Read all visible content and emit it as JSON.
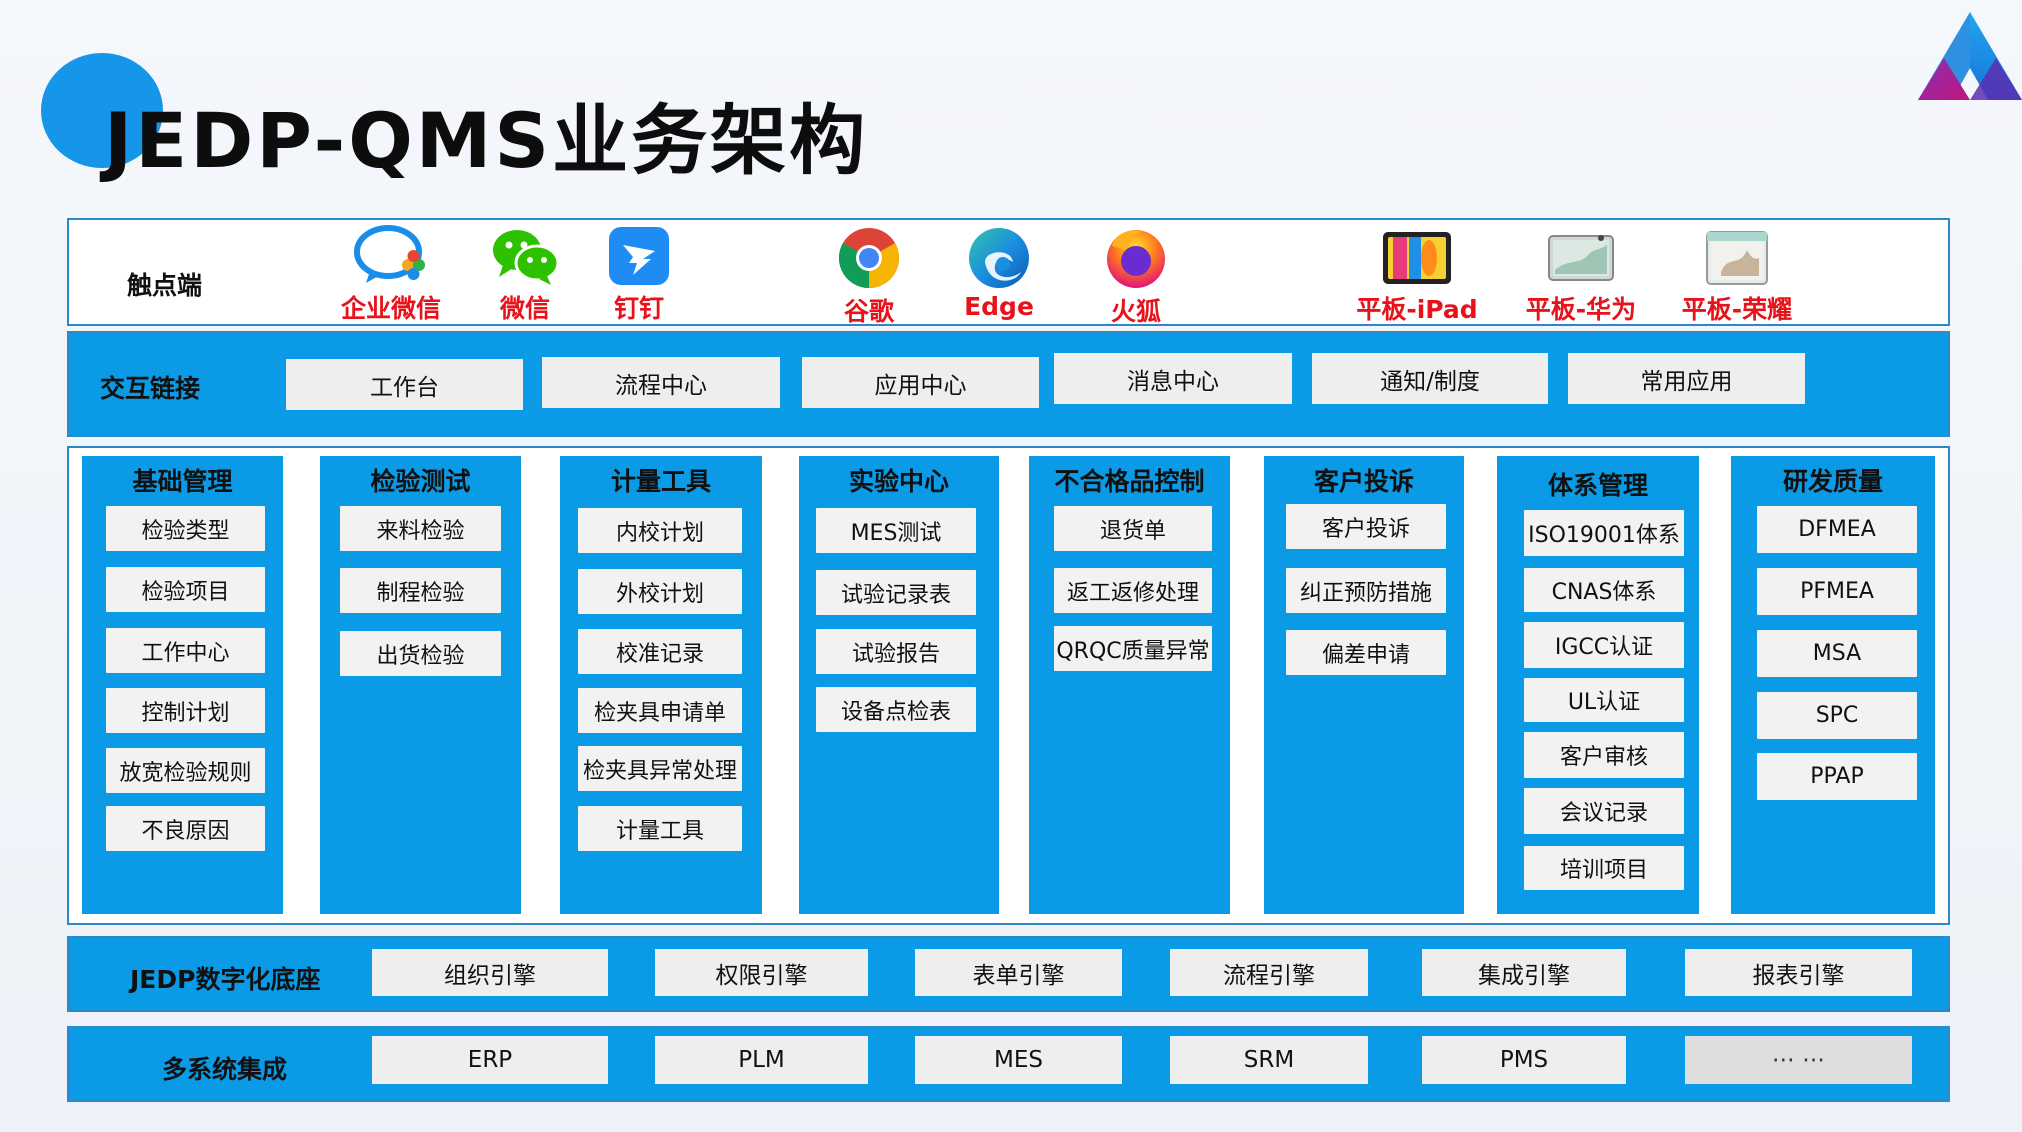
{
  "title": "JEDP-QMS业务架构",
  "touch": {
    "label": "触点端",
    "items": [
      {
        "label": "企业微信",
        "icon": "wecom-icon"
      },
      {
        "label": "微信",
        "icon": "wechat-icon"
      },
      {
        "label": "钉钉",
        "icon": "dingtalk-icon"
      },
      {
        "label": "谷歌",
        "icon": "chrome-icon"
      },
      {
        "label": "Edge",
        "icon": "edge-icon"
      },
      {
        "label": "火狐",
        "icon": "firefox-icon"
      },
      {
        "label": "平板-iPad",
        "icon": "ipad-icon"
      },
      {
        "label": "平板-华为",
        "icon": "huawei-tablet-icon"
      },
      {
        "label": "平板-荣耀",
        "icon": "honor-tablet-icon"
      }
    ]
  },
  "interaction": {
    "label": "交互链接",
    "items": [
      "工作台",
      "流程中心",
      "应用中心",
      "消息中心",
      "通知/制度",
      "常用应用"
    ]
  },
  "modules": [
    {
      "title": "基础管理",
      "items": [
        "检验类型",
        "检验项目",
        "工作中心",
        "控制计划",
        "放宽检验规则",
        "不良原因"
      ]
    },
    {
      "title": "检验测试",
      "items": [
        "来料检验",
        "制程检验",
        "出货检验"
      ]
    },
    {
      "title": "计量工具",
      "items": [
        "内校计划",
        "外校计划",
        "校准记录",
        "检夹具申请单",
        "检夹具异常处理",
        "计量工具"
      ]
    },
    {
      "title": "实验中心",
      "items": [
        "MES测试",
        "试验记录表",
        "试验报告",
        "设备点检表"
      ]
    },
    {
      "title": "不合格品控制",
      "items": [
        "退货单",
        "返工返修处理",
        "QRQC质量异常"
      ]
    },
    {
      "title": "客户投诉",
      "items": [
        "客户投诉",
        "纠正预防措施",
        "偏差申请"
      ]
    },
    {
      "title": "体系管理",
      "items": [
        "ISO19001体系",
        "CNAS体系",
        "IGCC认证",
        "UL认证",
        "客户审核",
        "会议记录",
        "培训项目"
      ]
    },
    {
      "title": "研发质量",
      "items": [
        "DFMEA",
        "PFMEA",
        "MSA",
        "SPC",
        "PPAP"
      ]
    }
  ],
  "platform": {
    "label": "JEDP数字化底座",
    "items": [
      "组织引擎",
      "权限引擎",
      "表单引擎",
      "流程引擎",
      "集成引擎",
      "报表引擎"
    ]
  },
  "integration": {
    "label": "多系统集成",
    "items": [
      "ERP",
      "PLM",
      "MES",
      "SRM",
      "PMS",
      "⋯ ⋯"
    ]
  },
  "colors": {
    "accent_blue": "#0a9ae6",
    "label_red": "#e8121a",
    "cell_gray": "#eeeeee"
  }
}
